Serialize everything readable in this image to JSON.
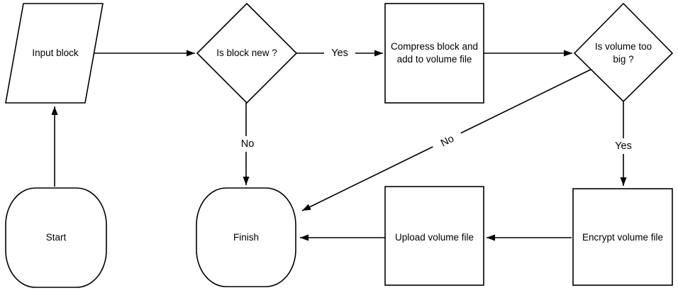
{
  "diagram": {
    "background_color": "#ffffff",
    "stroke_color": "#000000",
    "node_fill_color": "#ffffff",
    "nodes": [
      {
        "id": "start",
        "type": "terminator",
        "label": "Start"
      },
      {
        "id": "input-block",
        "type": "input-output",
        "label": "Input block"
      },
      {
        "id": "is-block-new",
        "type": "decision",
        "label": "Is block new ?"
      },
      {
        "id": "compress-block",
        "type": "process",
        "label": "Compress block and add to volume file"
      },
      {
        "id": "is-volume-too-big",
        "type": "decision",
        "label": "Is volume too big ?"
      },
      {
        "id": "encrypt-volume",
        "type": "process",
        "label": "Encrypt volume file"
      },
      {
        "id": "upload-volume",
        "type": "process",
        "label": "Upload volume file"
      },
      {
        "id": "finish",
        "type": "terminator",
        "label": "Finish"
      }
    ],
    "edges": [
      {
        "from": "start",
        "to": "input-block",
        "label": ""
      },
      {
        "from": "input-block",
        "to": "is-block-new",
        "label": ""
      },
      {
        "from": "is-block-new",
        "to": "compress-block",
        "label": "Yes"
      },
      {
        "from": "is-block-new",
        "to": "finish",
        "label": "No"
      },
      {
        "from": "compress-block",
        "to": "is-volume-too-big",
        "label": ""
      },
      {
        "from": "is-volume-too-big",
        "to": "encrypt-volume",
        "label": "Yes"
      },
      {
        "from": "is-volume-too-big",
        "to": "finish",
        "label": "No"
      },
      {
        "from": "encrypt-volume",
        "to": "upload-volume",
        "label": ""
      },
      {
        "from": "upload-volume",
        "to": "finish",
        "label": ""
      }
    ]
  }
}
